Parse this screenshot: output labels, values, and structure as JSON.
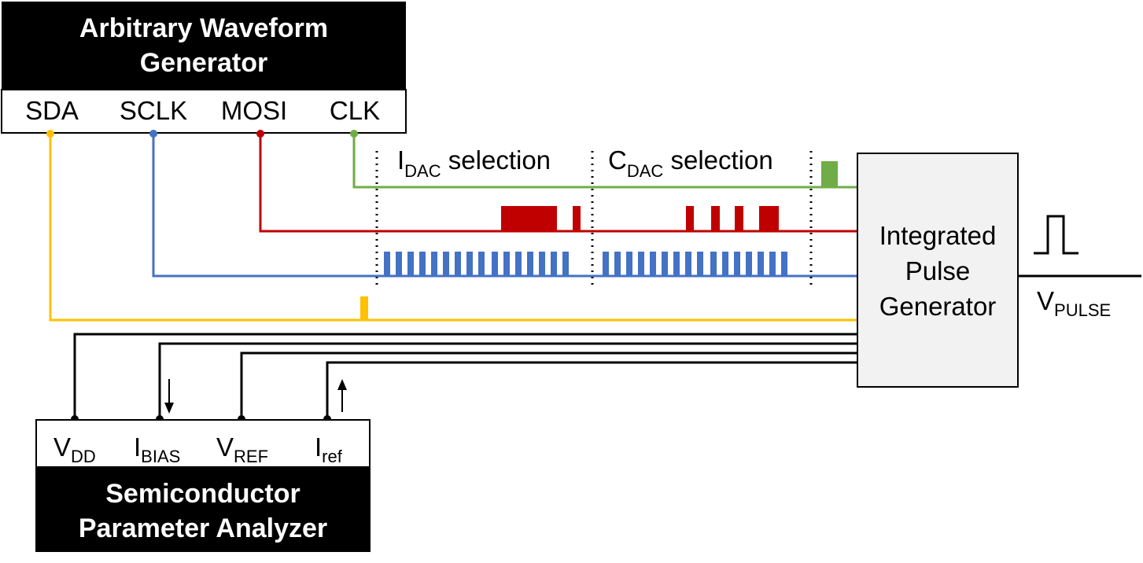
{
  "awg": {
    "title_line1": "Arbitrary Waveform",
    "title_line2": "Generator",
    "pins": [
      "SDA",
      "SCLK",
      "MOSI",
      "CLK"
    ]
  },
  "spa": {
    "title_line1": "Semiconductor",
    "title_line2": "Parameter Analyzer",
    "pins": [
      {
        "main": "V",
        "sub": "DD"
      },
      {
        "main": "I",
        "sub": "BIAS"
      },
      {
        "main": "V",
        "sub": "REF"
      },
      {
        "main": "I",
        "sub": "ref"
      }
    ]
  },
  "ipg": {
    "line1": "Integrated",
    "line2": "Pulse",
    "line3": "Generator"
  },
  "selections": {
    "idac": {
      "main": "I",
      "sub": "DAC",
      "rest": " selection"
    },
    "cdac": {
      "main": "C",
      "sub": "DAC",
      "rest": " selection"
    }
  },
  "output": {
    "main": "V",
    "sub": "PULSE"
  },
  "colors": {
    "sda": "#ffc000",
    "sclk": "#4472c4",
    "mosi": "#c00000",
    "clk": "#70ad47",
    "box_fill": "#f2f2f2"
  }
}
